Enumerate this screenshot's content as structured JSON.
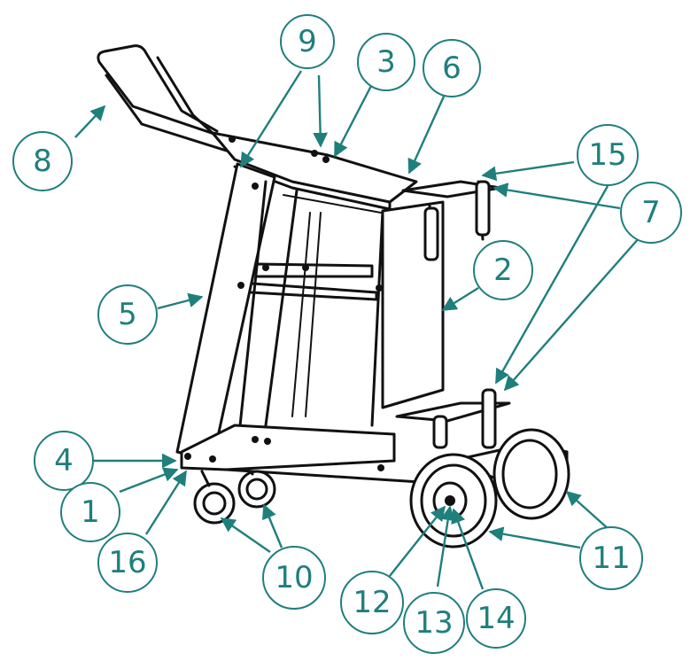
{
  "diagram": {
    "accent_color": "#1f7f7c",
    "line_color": "#111111",
    "callouts": [
      {
        "id": "8",
        "label": "8"
      },
      {
        "id": "9",
        "label": "9"
      },
      {
        "id": "3",
        "label": "3"
      },
      {
        "id": "6",
        "label": "6"
      },
      {
        "id": "15",
        "label": "15"
      },
      {
        "id": "7",
        "label": "7"
      },
      {
        "id": "2",
        "label": "2"
      },
      {
        "id": "5",
        "label": "5"
      },
      {
        "id": "4",
        "label": "4"
      },
      {
        "id": "1",
        "label": "1"
      },
      {
        "id": "16",
        "label": "16"
      },
      {
        "id": "10",
        "label": "10"
      },
      {
        "id": "11",
        "label": "11"
      },
      {
        "id": "12",
        "label": "12"
      },
      {
        "id": "13",
        "label": "13"
      },
      {
        "id": "14",
        "label": "14"
      }
    ]
  }
}
